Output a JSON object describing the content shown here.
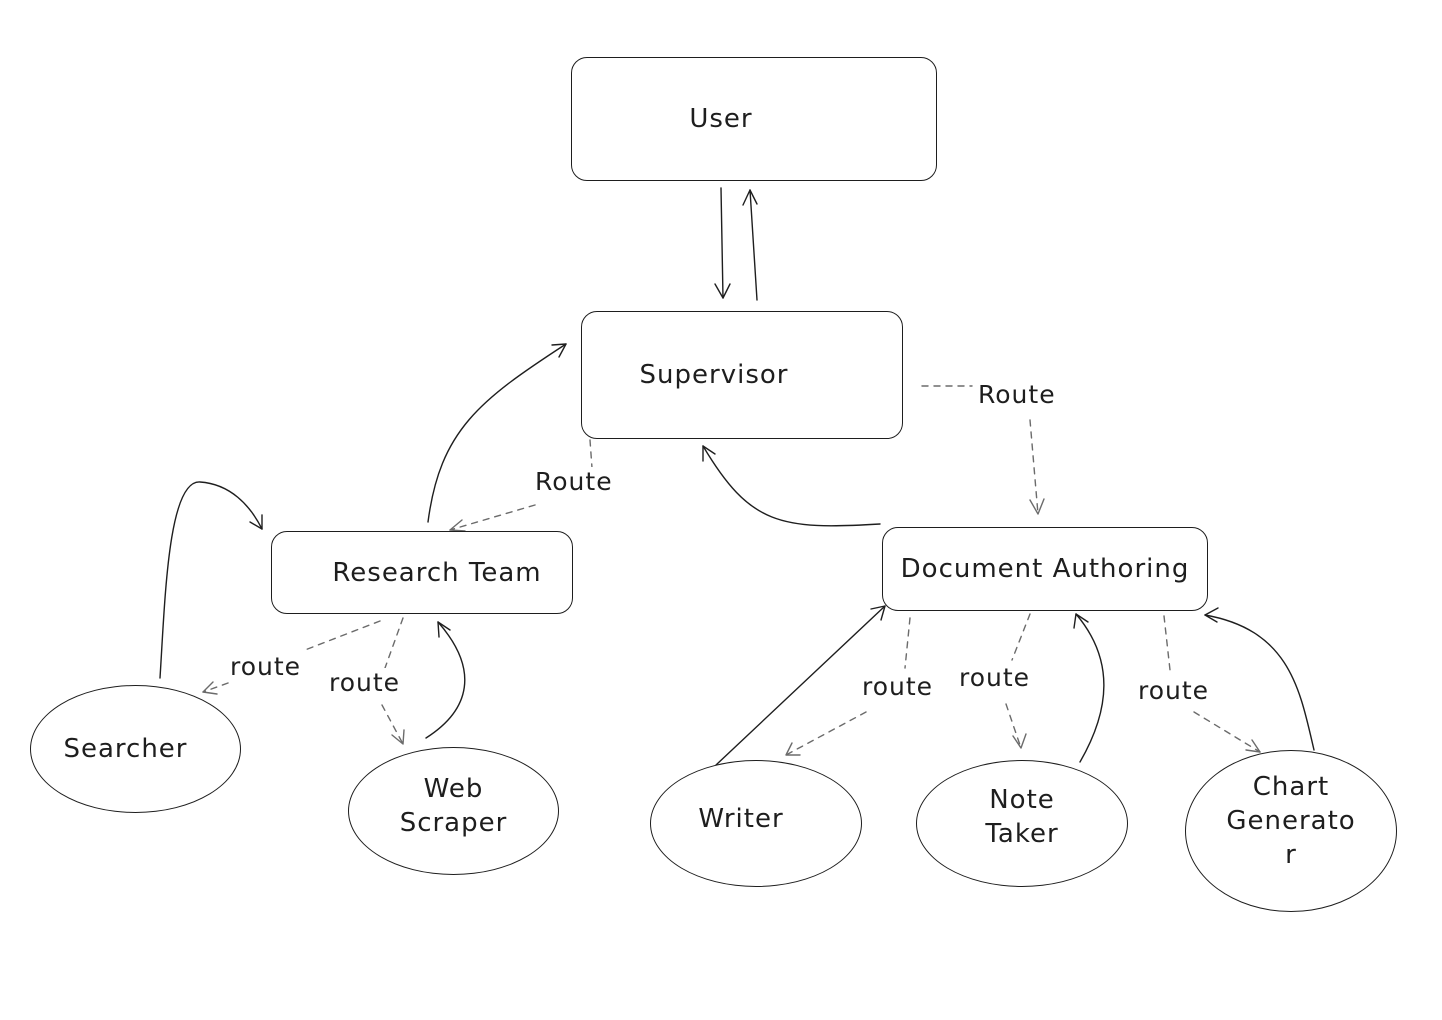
{
  "nodes": {
    "user": "User",
    "supervisor": "Supervisor",
    "research_team": "Research Team",
    "document_authoring": "Document Authoring",
    "searcher": "Searcher",
    "web_scraper": "Web\nScraper",
    "writer": "Writer",
    "note_taker": "Note\nTaker",
    "chart_generator": "Chart\nGenerato\nr"
  },
  "edge_labels": {
    "supervisor_to_research": "Route",
    "supervisor_to_document": "Route",
    "research_to_searcher": "route",
    "research_to_web_scraper": "route",
    "document_to_writer": "route",
    "document_to_note_taker": "route",
    "document_to_chart_generator": "route"
  }
}
